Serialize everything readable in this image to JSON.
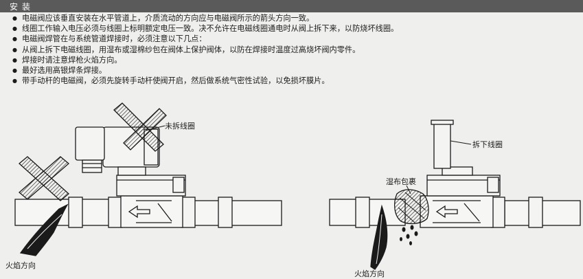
{
  "header": {
    "title": "安装"
  },
  "notes": [
    "电磁阀应该垂直安装在水平管道上，介质流动的方向应与电磁阀所示的箭头方向一致。",
    "线圈工作输入电压必须与线圈上标明额定电压一致。决不允许在电磁线圈通电时从阀上拆下来，以防烧坏线圈。",
    "电磁阀焊管在与系统管道焊接时，必须注意以下几点：",
    "从阀上拆下电磁线圈，用湿布或湿棉纱包在阀体上保护阀体，以防在焊接时温度过高烧坏阀内零件。",
    "焊接时请注意焊枪火焰方向。",
    "最好选用高银焊条焊接。",
    "带手动杆的电磁阀，必须先旋转手动杆使阀开启，然后做系统气密性试验，以免损坏膜片。"
  ],
  "left_figure": {
    "coil_label": "未拆线圈",
    "flame_label": "火焰方向"
  },
  "right_figure": {
    "coil_label": "拆下线圈",
    "cloth_label": "湿布包裹",
    "flame_label": "火焰方向"
  },
  "colors": {
    "header_band": "#5a5a5a",
    "background": "#efefed",
    "line": "#1a1a1a",
    "flame": "#1a1a1a"
  }
}
